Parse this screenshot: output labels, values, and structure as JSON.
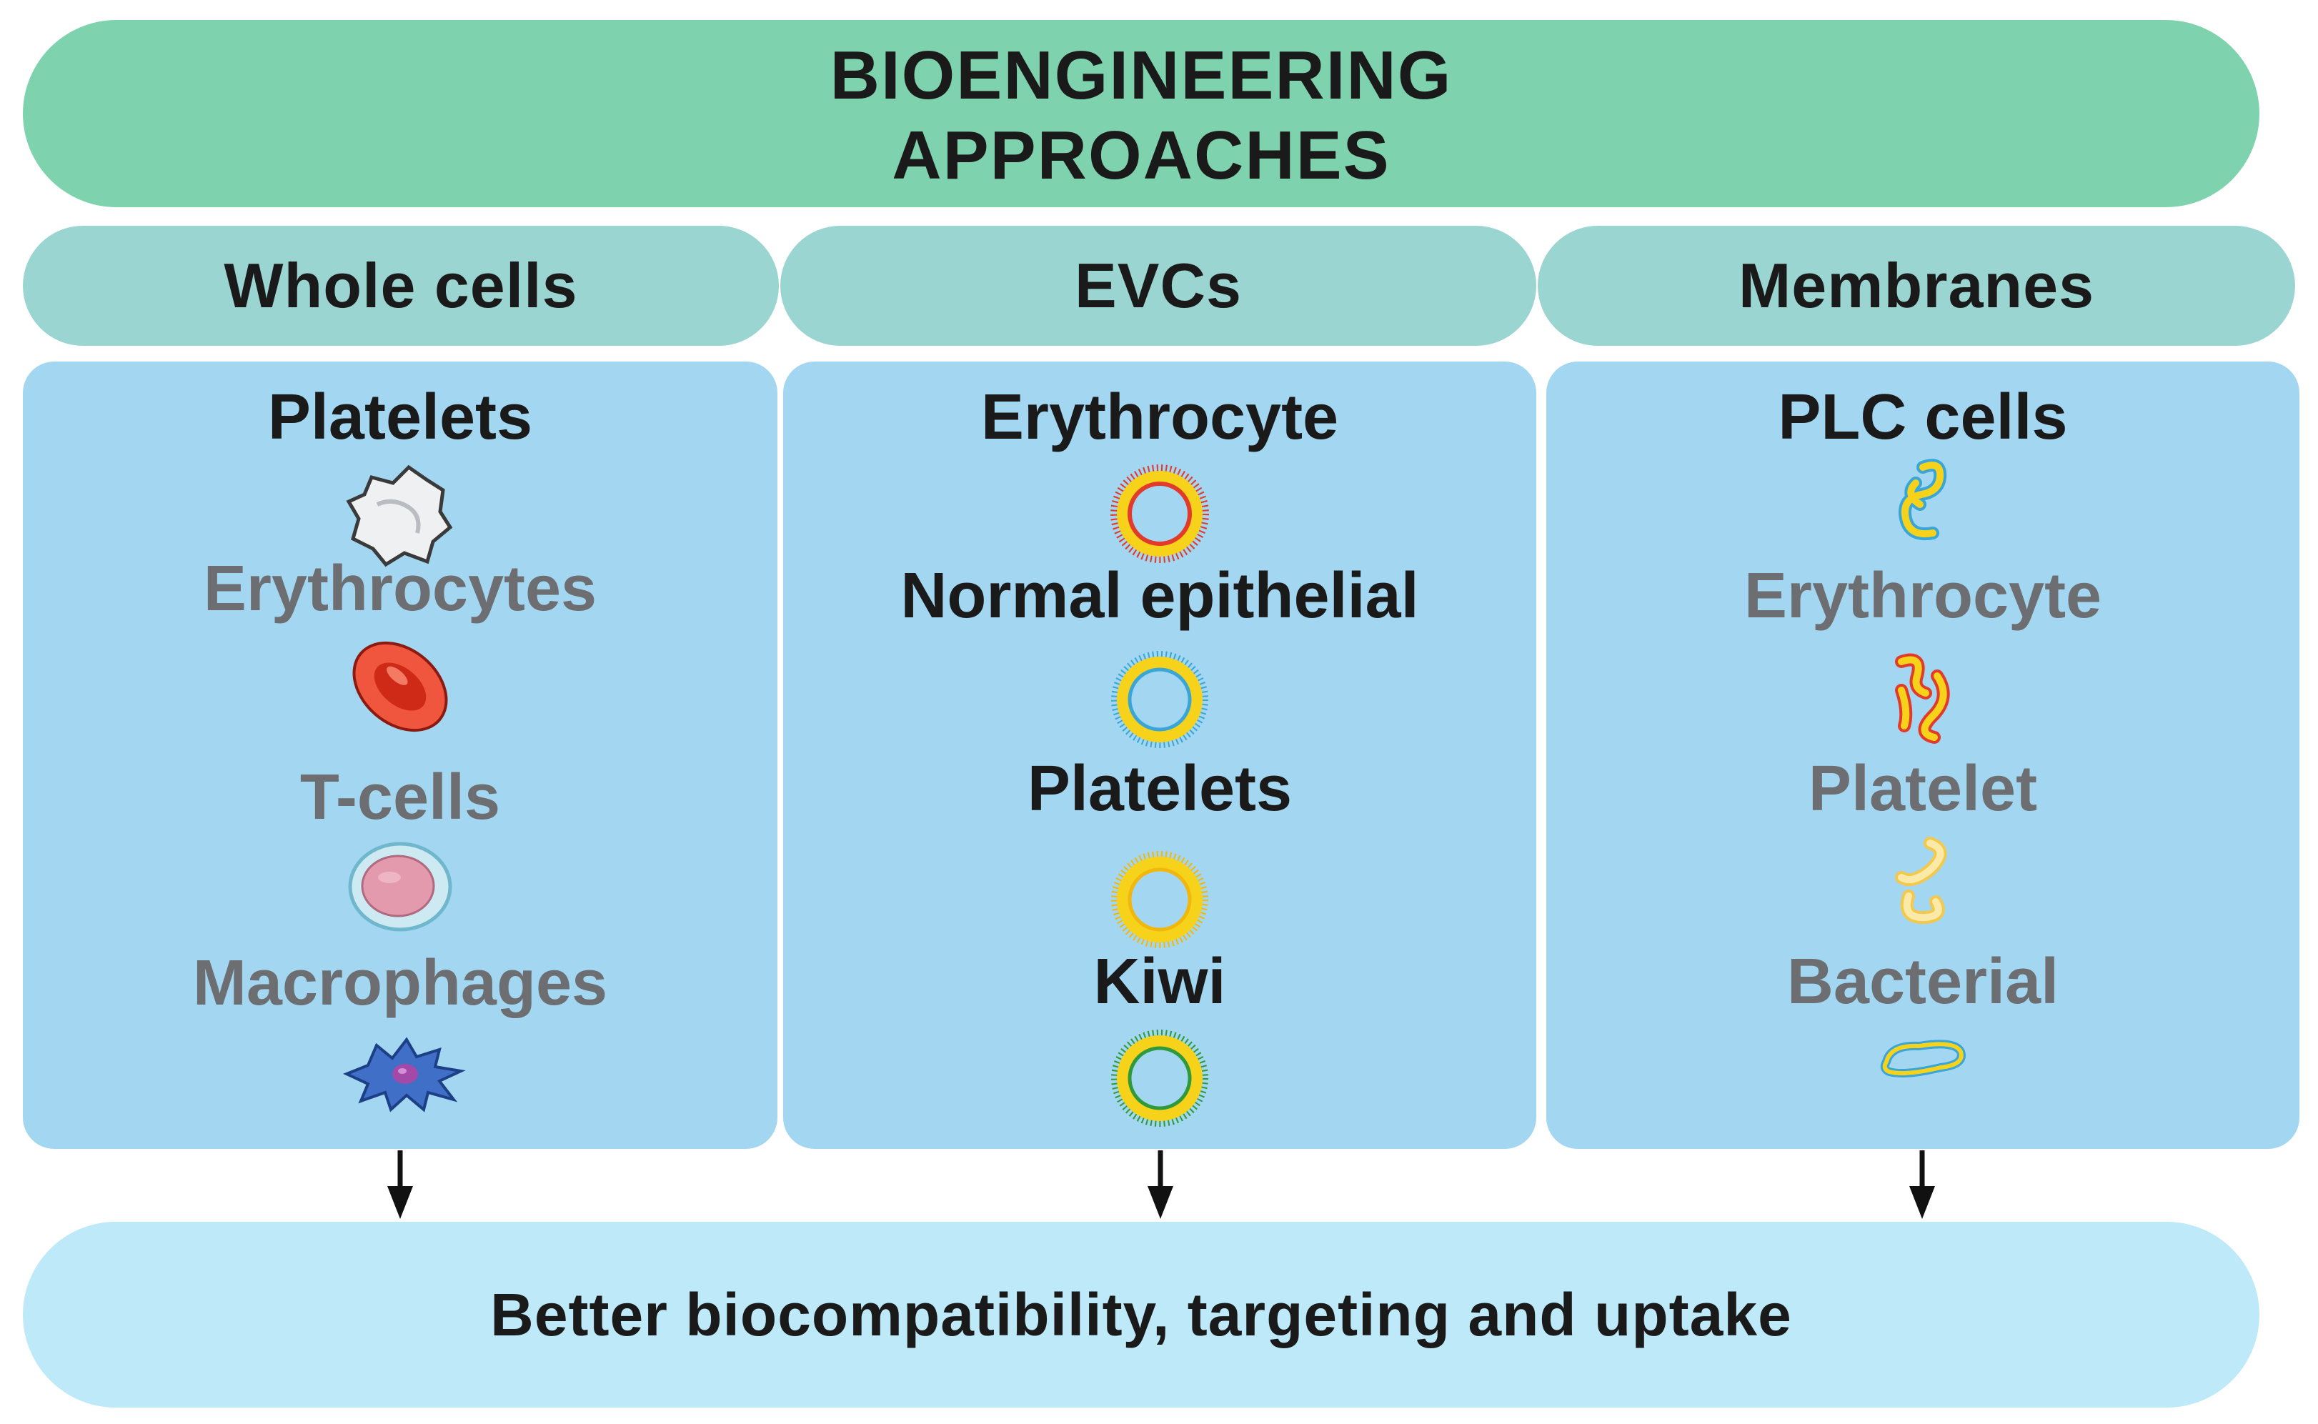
{
  "title": "BIOENGINEERING\nAPPROACHES",
  "columns": [
    {
      "header": "Whole cells",
      "items": [
        {
          "label": "Platelets",
          "tone": "dark",
          "icon": "platelet-icon"
        },
        {
          "label": "Erythrocytes",
          "tone": "grey",
          "icon": "erythrocyte-icon"
        },
        {
          "label": "T-cells",
          "tone": "grey",
          "icon": "t-cell-icon"
        },
        {
          "label": "Macrophages",
          "tone": "grey",
          "icon": "macrophage-icon"
        }
      ]
    },
    {
      "header": "EVCs",
      "items": [
        {
          "label": "Erythrocyte",
          "tone": "dark",
          "icon": "erythrocyte-vesicle-icon",
          "ring_color": "#e23a2b"
        },
        {
          "label": "Normal epithelial",
          "tone": "dark",
          "icon": "epithelial-vesicle-icon",
          "ring_color": "#3aa6d8"
        },
        {
          "label": "Platelets",
          "tone": "dark",
          "icon": "platelet-vesicle-icon",
          "ring_color": "#f2b70d"
        },
        {
          "label": "Kiwi",
          "tone": "dark",
          "icon": "kiwi-vesicle-icon",
          "ring_color": "#2e9a3c"
        }
      ]
    },
    {
      "header": "Membranes",
      "items": [
        {
          "label": "PLC cells",
          "tone": "dark",
          "icon": "plc-membrane-icon",
          "ring_color": "#3aa6d8"
        },
        {
          "label": "Erythrocyte",
          "tone": "grey",
          "icon": "erythrocyte-membrane-icon",
          "ring_color": "#e23a2b"
        },
        {
          "label": "Platelet",
          "tone": "grey",
          "icon": "platelet-membrane-icon",
          "ring_color": "#f2c94c"
        },
        {
          "label": "Bacterial",
          "tone": "grey",
          "icon": "bacterial-membrane-icon",
          "ring_color": "#3aa6d8"
        }
      ]
    }
  ],
  "outcome": "Better biocompatibility, targeting and uptake",
  "colors": {
    "title_banner": "#7ed3ae",
    "column_header": "#9ad5d2",
    "column_box": "#a3d7f1",
    "outcome_banner": "#bde9f8",
    "membrane_fill": "#f6d21a"
  }
}
